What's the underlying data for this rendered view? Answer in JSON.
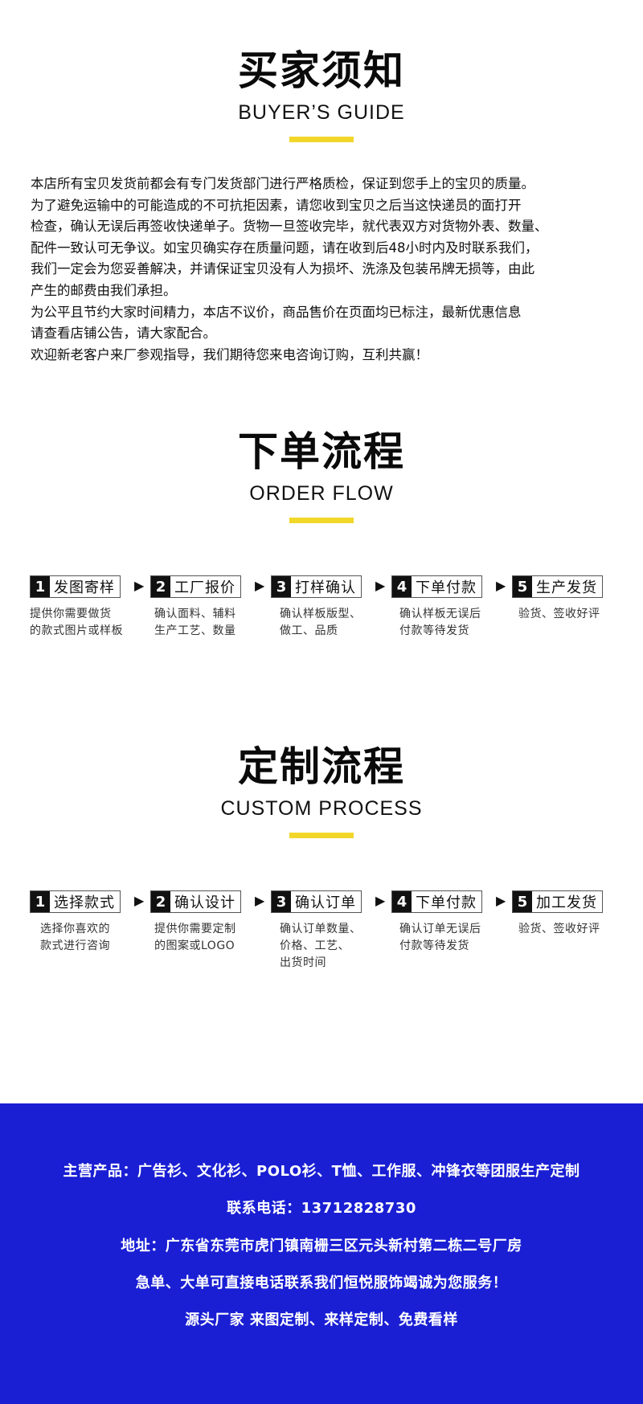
{
  "buyer_guide": {
    "title_cn": "买家须知",
    "title_en": "BUYER’S GUIDE",
    "paragraphs": [
      "本店所有宝贝发货前都会有专门发货部门进行严格质检，保证到您手上的宝贝的质量。",
      "为了避免运输中的可能造成的不可抗拒因素，请您收到宝贝之后当这快递员的面打开",
      "检查，确认无误后再签收快递单子。货物一旦签收完毕，就代表双方对货物外表、数量、",
      "配件一致认可无争议。如宝贝确实存在质量问题，请在收到后48小时内及时联系我们，",
      "我们一定会为您妥善解决，并请保证宝贝没有人为损坏、洗涤及包装吊牌无损等，由此",
      "产生的邮费由我们承担。",
      "为公平且节约大家时间精力，本店不议价，商品售价在页面均已标注，最新优惠信息",
      "请查看店铺公告，请大家配合。",
      "欢迎新老客户来厂参观指导，我们期待您来电咨询订购，互利共赢！"
    ]
  },
  "order_flow": {
    "title_cn": "下单流程",
    "title_en": "ORDER FLOW",
    "steps": [
      {
        "num": "1",
        "label": "发图寄样",
        "desc": "提供你需要做货\n的款式图片或样板"
      },
      {
        "num": "2",
        "label": "工厂报价",
        "desc": "确认面料、辅料\n生产工艺、数量"
      },
      {
        "num": "3",
        "label": "打样确认",
        "desc": "确认样板版型、\n做工、品质"
      },
      {
        "num": "4",
        "label": "下单付款",
        "desc": "确认样板无误后\n付款等待发货"
      },
      {
        "num": "5",
        "label": "生产发货",
        "desc": "验货、签收好评"
      }
    ]
  },
  "custom_process": {
    "title_cn": "定制流程",
    "title_en": "CUSTOM PROCESS",
    "steps": [
      {
        "num": "1",
        "label": "选择款式",
        "desc": "选择你喜欢的\n款式进行咨询"
      },
      {
        "num": "2",
        "label": "确认设计",
        "desc": "提供你需要定制\n的图案或LOGO"
      },
      {
        "num": "3",
        "label": "确认订单",
        "desc": "确认订单数量、\n价格、工艺、\n出货时间"
      },
      {
        "num": "4",
        "label": "下单付款",
        "desc": "确认订单无误后\n付款等待发货"
      },
      {
        "num": "5",
        "label": "加工发货",
        "desc": "验货、签收好评"
      }
    ]
  },
  "arrow_glyph": "▶",
  "footer": {
    "background": "#1a1fd4",
    "lines": [
      "主营产品：广告衫、文化衫、POLO衫、T恤、工作服、冲锋衣等团服生产定制",
      "联系电话：13712828730",
      "地址：广东省东莞市虎门镇南栅三区元头新村第二栋二号厂房",
      "急单、大单可直接电话联系我们恒悦服饰竭诚为您服务！",
      "源头厂家 来图定制、来样定制、免费看样"
    ]
  },
  "colors": {
    "accent": "#f2d72b",
    "step_number_bg": "#111111"
  }
}
